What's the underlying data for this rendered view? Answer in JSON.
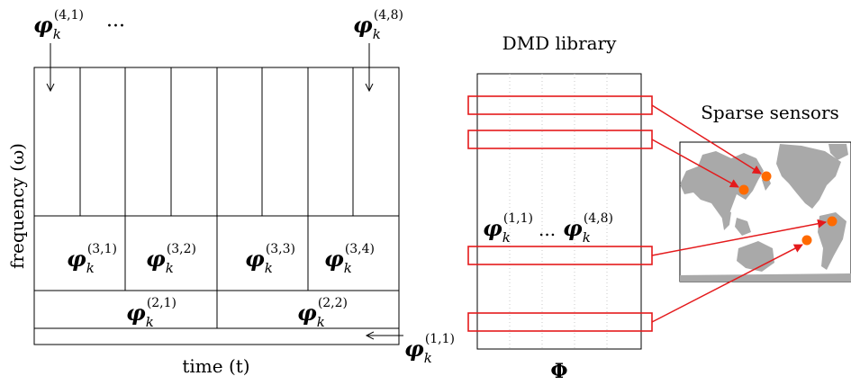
{
  "left_panel": {
    "xlabel": "time (t)",
    "ylabel": "frequency (ω)",
    "top_labels": {
      "first": {
        "base": "φ",
        "sub": "k",
        "sup": "(4,1)"
      },
      "ellipsis": "···",
      "last": {
        "base": "φ",
        "sub": "k",
        "sup": "(4,8)"
      }
    },
    "level3": [
      {
        "base": "φ",
        "sub": "k",
        "sup": "(3,1)"
      },
      {
        "base": "φ",
        "sub": "k",
        "sup": "(3,2)"
      },
      {
        "base": "φ",
        "sub": "k",
        "sup": "(3,3)"
      },
      {
        "base": "φ",
        "sub": "k",
        "sup": "(3,4)"
      }
    ],
    "level2": [
      {
        "base": "φ",
        "sub": "k",
        "sup": "(2,1)"
      },
      {
        "base": "φ",
        "sub": "k",
        "sup": "(2,2)"
      }
    ],
    "level1": {
      "base": "φ",
      "sub": "k",
      "sup": "(1,1)"
    }
  },
  "library": {
    "title": "DMD library",
    "left": {
      "base": "φ",
      "sub": "k",
      "sup": "(1,1)"
    },
    "ellipsis": "...",
    "right": {
      "base": "φ",
      "sub": "k",
      "sup": "(4,8)"
    },
    "matrix_label": "Φ"
  },
  "sensors": {
    "title": "Sparse sensors"
  },
  "colors": {
    "highlight": "#e41a1c",
    "sensor_dot": "#ff6a00",
    "land": "#a9a9a9"
  }
}
